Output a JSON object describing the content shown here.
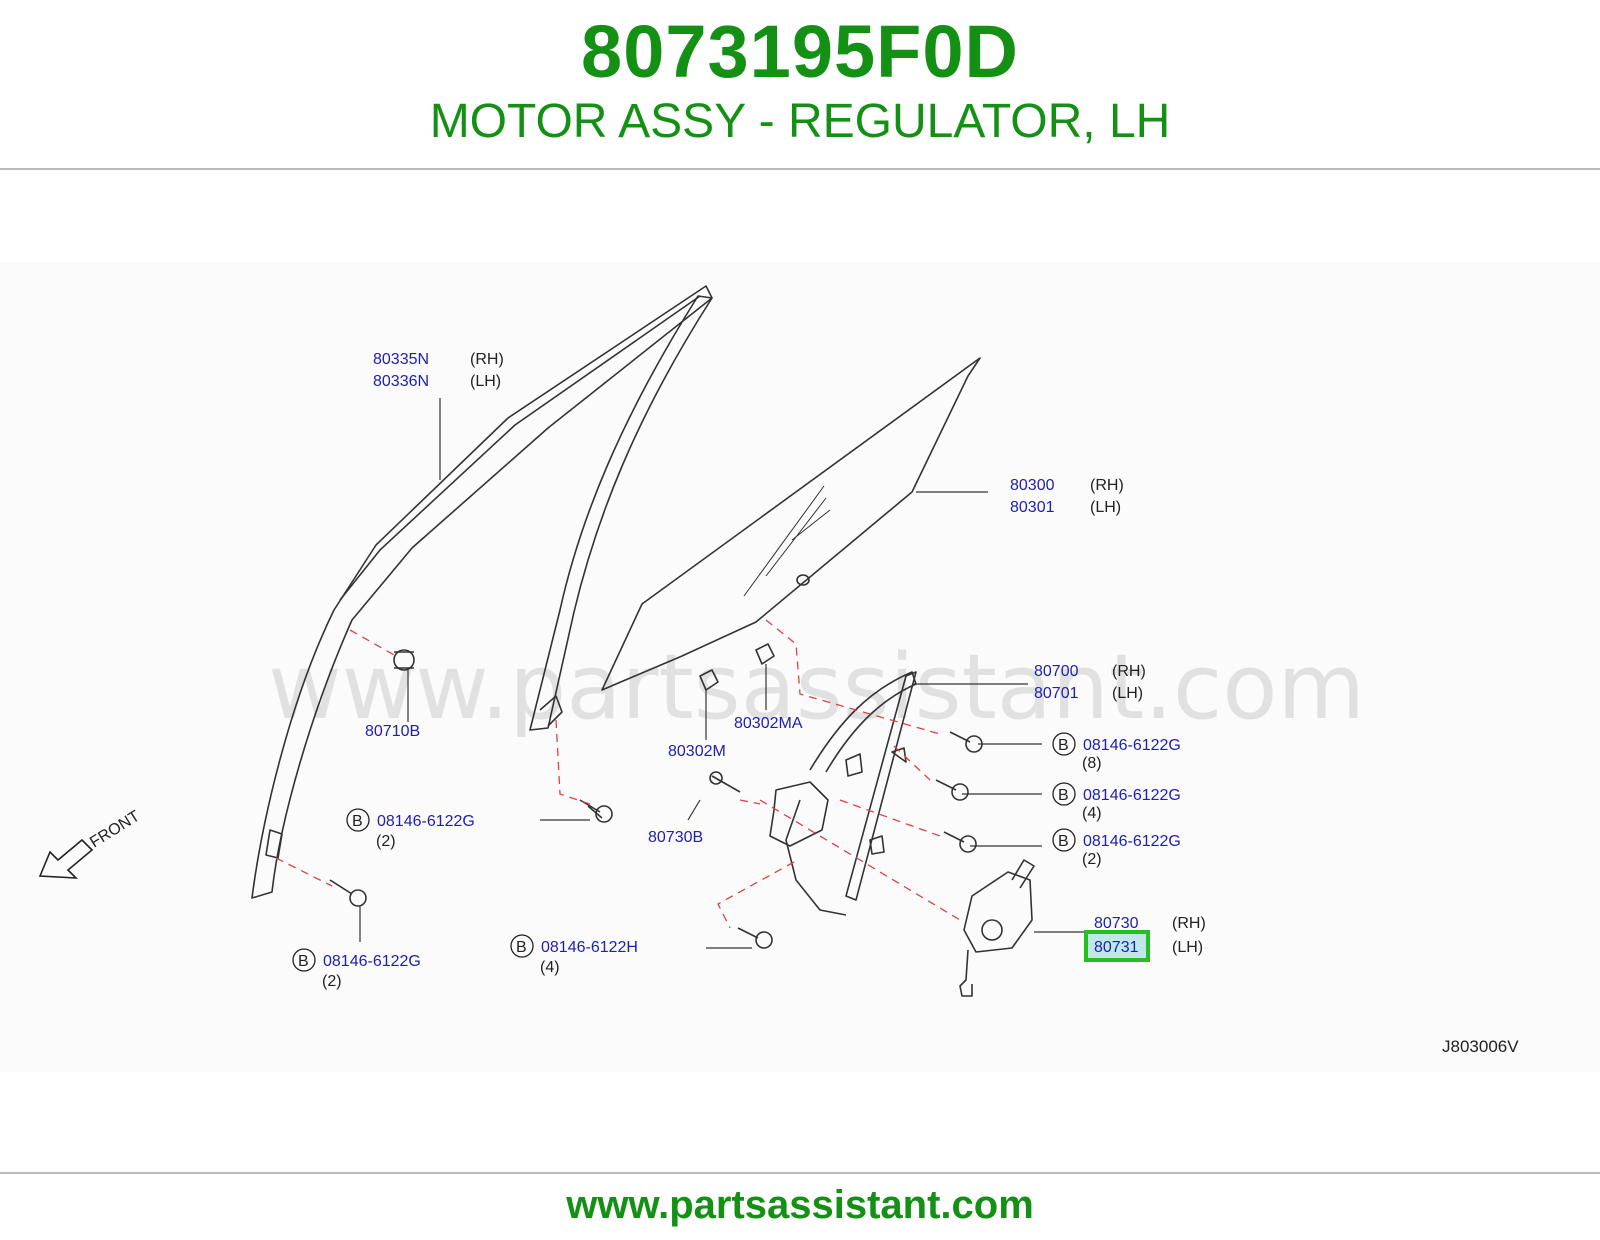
{
  "header": {
    "part_number": "8073195F0D",
    "title": "MOTOR ASSY - REGULATOR, LH"
  },
  "footer": {
    "url": "www.partsassistant.com"
  },
  "watermark": "www.partsassistant.com",
  "diagram": {
    "code": "J803006V",
    "front_label": "FRONT",
    "bolt_symbol": "B",
    "labels": {
      "p80335N": "80335N",
      "p80336N": "80336N",
      "p80300": "80300",
      "p80301": "80301",
      "p80700": "80700",
      "p80701": "80701",
      "p80730": "80730",
      "p80731": "80731",
      "p80710B": "80710B",
      "p80302M": "80302M",
      "p80302MA": "80302MA",
      "p80730B": "80730B",
      "b1": "08146-6122G",
      "b1q": "(8)",
      "b2": "08146-6122G",
      "b2q": "(4)",
      "b3": "08146-6122G",
      "b3q": "(2)",
      "b4": "08146-6122G",
      "b4q": "(2)",
      "b5": "08146-6122G",
      "b5q": "(2)",
      "b6": "08146-6122H",
      "b6q": "(4)"
    },
    "rh": "(RH)",
    "lh": "(LH)"
  },
  "colors": {
    "brand_green": "#149114",
    "part_link": "#2020b0",
    "highlight": "#22c022"
  }
}
